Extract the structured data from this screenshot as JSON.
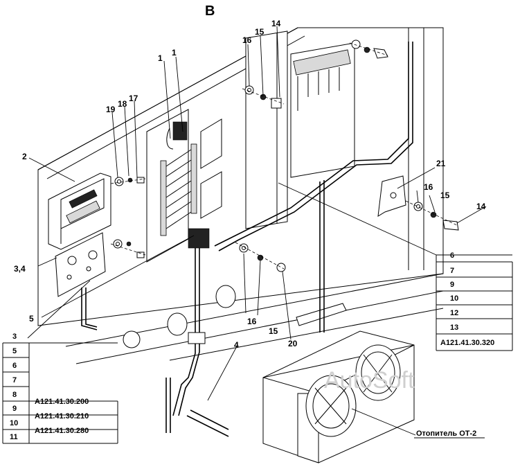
{
  "view_label": "B",
  "callouts": {
    "c1a": "1",
    "c1b": "1",
    "c2": "2",
    "c34": "3,4",
    "c4": "4",
    "c5": "5",
    "c14a": "14",
    "c14b": "14",
    "c15a": "15",
    "c15b": "15",
    "c15c": "15",
    "c16a": "16",
    "c16b": "16",
    "c16c": "16",
    "c17": "17",
    "c18": "18",
    "c19": "19",
    "c20": "20",
    "c21": "21"
  },
  "table_right": {
    "rows": [
      "6",
      "7",
      "9",
      "10",
      "12",
      "13"
    ],
    "footer": "A121.41.30.320"
  },
  "table_left": {
    "rows": [
      {
        "num": "3",
        "code": ""
      },
      {
        "num": "5",
        "code": ""
      },
      {
        "num": "6",
        "code": ""
      },
      {
        "num": "7",
        "code": ""
      },
      {
        "num": "8",
        "code": ""
      },
      {
        "num": "9",
        "code": "A121.41.30.200"
      },
      {
        "num": "10",
        "code": "A121.41.30.210"
      },
      {
        "num": "11",
        "code": "A121.41.30.280"
      }
    ]
  },
  "heater_label": "Отопитель ОТ-2",
  "watermark": "AutoSoft"
}
